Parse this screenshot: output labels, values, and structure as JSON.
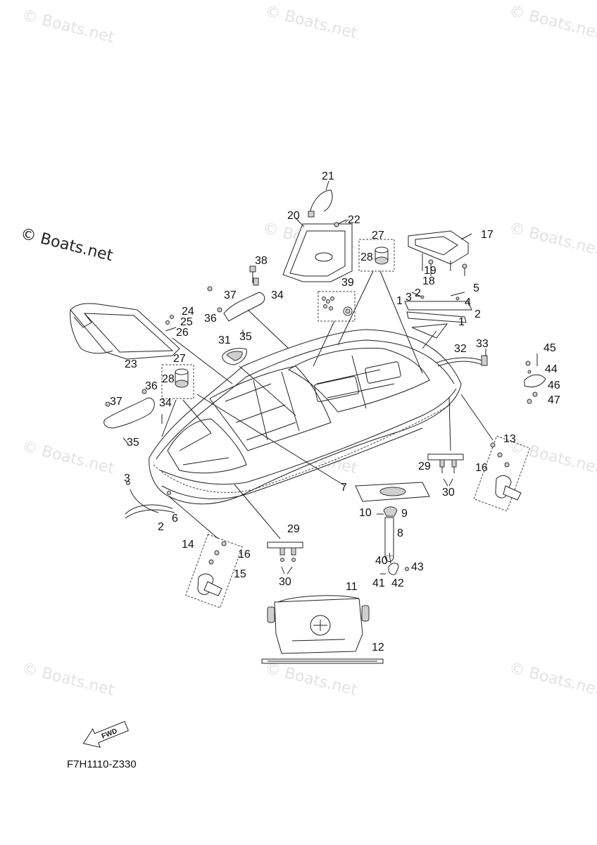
{
  "watermark": {
    "text": "© Boats.net",
    "main_text": "© Boats.net"
  },
  "diagram_code": "F7H1110-Z330",
  "fwd_label": "FWD",
  "callouts": [
    "21",
    "20",
    "22",
    "27",
    "28",
    "17",
    "19",
    "18",
    "38",
    "37",
    "34",
    "36",
    "35",
    "39",
    "3",
    "2",
    "5",
    "4",
    "1",
    "24",
    "25",
    "26",
    "31",
    "23",
    "32",
    "33",
    "45",
    "44",
    "46",
    "47",
    "13",
    "16",
    "7",
    "29",
    "30",
    "10",
    "9",
    "8",
    "6",
    "14",
    "15",
    "40",
    "43",
    "41",
    "42",
    "11",
    "12"
  ]
}
